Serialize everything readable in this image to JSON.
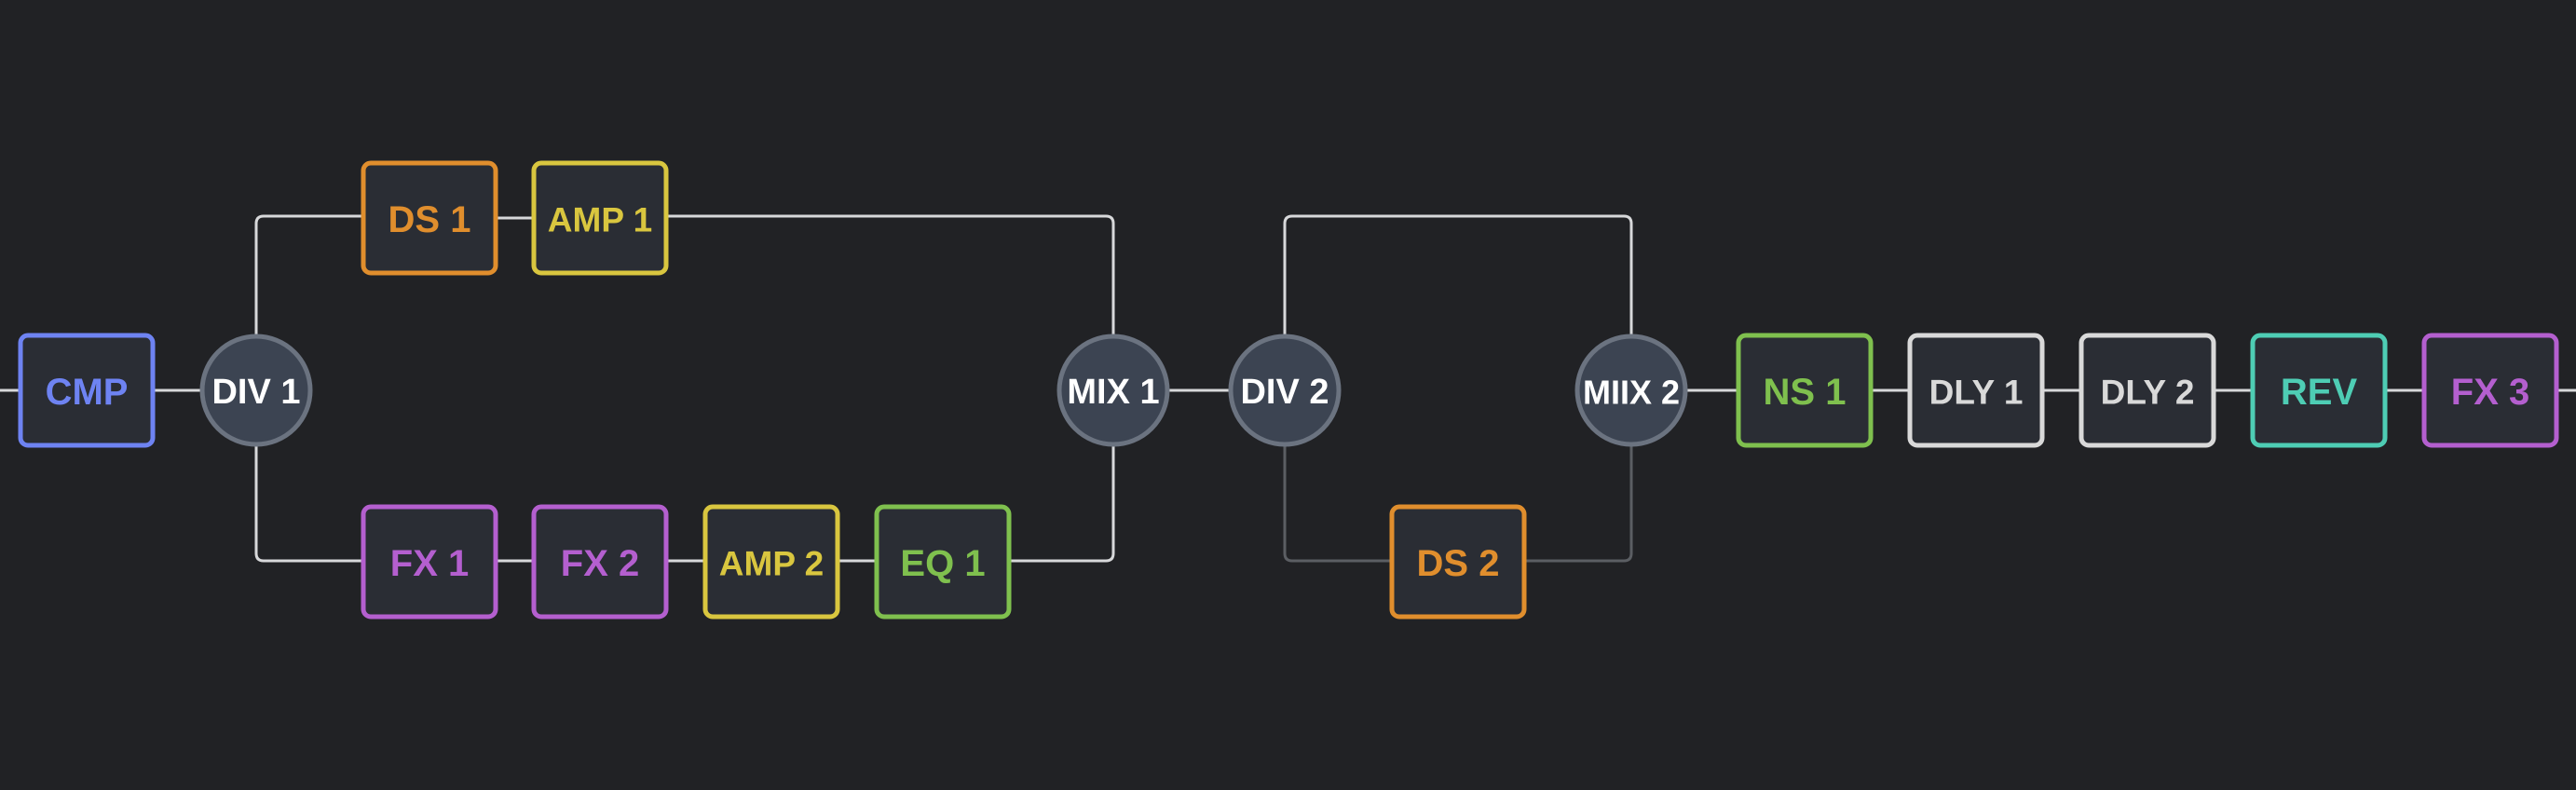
{
  "colors": {
    "background": "#212225",
    "block_fill": "#2a2d34",
    "node_fill": "#3c4452",
    "node_stroke": "#6b7380",
    "wire_active": "#d7d8da",
    "wire_inactive": "#5b5e63",
    "blue": "#6e83f2",
    "orange": "#e08e2d",
    "yellow": "#d9c63f",
    "purple": "#b45fcf",
    "green": "#7fc04e",
    "white": "#d9d9d9",
    "teal": "#4ecdb4",
    "node_text": "#ffffff"
  },
  "chain": {
    "nodes": [
      {
        "id": "div1",
        "label": "DIV 1"
      },
      {
        "id": "mix1",
        "label": "MIX 1"
      },
      {
        "id": "div2",
        "label": "DIV 2"
      },
      {
        "id": "mix2",
        "label": "MIIX 2"
      }
    ],
    "blocks": [
      {
        "id": "cmp",
        "label": "CMP",
        "color": "blue"
      },
      {
        "id": "ds1",
        "label": "DS 1",
        "color": "orange"
      },
      {
        "id": "amp1",
        "label": "AMP 1",
        "color": "yellow"
      },
      {
        "id": "fx1",
        "label": "FX 1",
        "color": "purple"
      },
      {
        "id": "fx2",
        "label": "FX 2",
        "color": "purple"
      },
      {
        "id": "amp2",
        "label": "AMP 2",
        "color": "yellow"
      },
      {
        "id": "eq1",
        "label": "EQ 1",
        "color": "green"
      },
      {
        "id": "ds2",
        "label": "DS 2",
        "color": "orange"
      },
      {
        "id": "ns1",
        "label": "NS 1",
        "color": "green"
      },
      {
        "id": "dly1",
        "label": "DLY 1",
        "color": "white"
      },
      {
        "id": "dly2",
        "label": "DLY 2",
        "color": "white"
      },
      {
        "id": "rev",
        "label": "REV",
        "color": "teal"
      },
      {
        "id": "fx3",
        "label": "FX 3",
        "color": "purple"
      }
    ]
  }
}
